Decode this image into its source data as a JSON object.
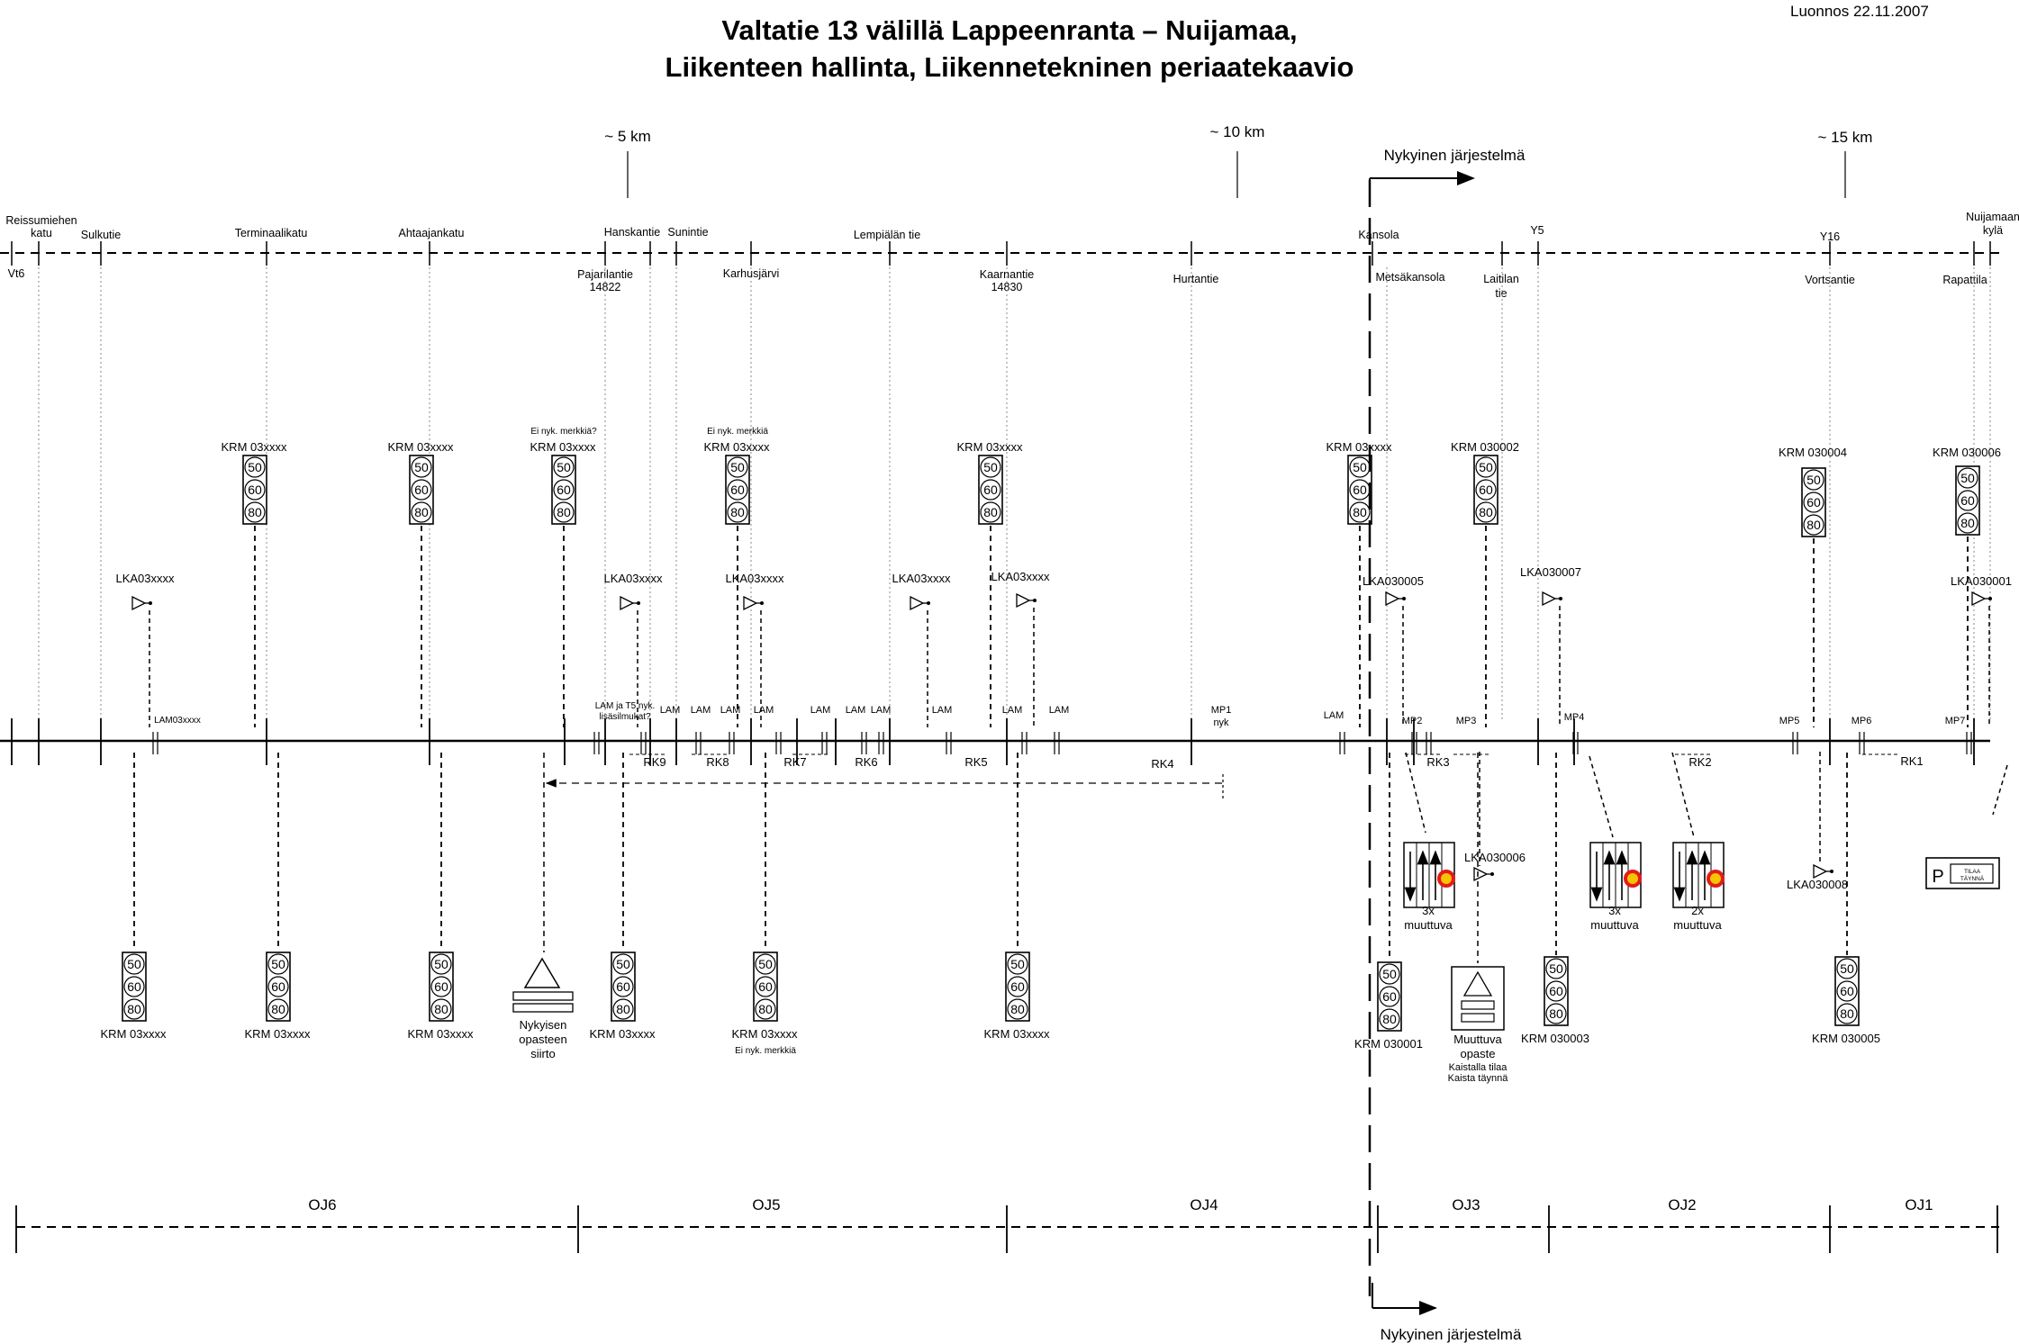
{
  "title": {
    "line1": "Valtatie 13 välillä Lappeenranta – Nuijamaa,",
    "line2": "Liikenteen hallinta, Liikennetekninen periaatekaavio"
  },
  "draft_label": "Luonnos 22.11.2007",
  "distance_markers": [
    {
      "label": "~ 5 km"
    },
    {
      "label": "~ 10 km"
    },
    {
      "label": "~ 15 km"
    }
  ],
  "current_system_label": "Nykyinen järjestelmä",
  "road_labels_top": [
    {
      "text": "Reissumiehen"
    },
    {
      "text": "katu"
    },
    {
      "text": "Sulkutie"
    },
    {
      "text": "Terminaalikatu"
    },
    {
      "text": "Ahtaajankatu"
    },
    {
      "text": "Hanskantie"
    },
    {
      "text": "Sunintie"
    },
    {
      "text": "Lempiälän tie"
    },
    {
      "text": "Kansola"
    },
    {
      "text": "Y5"
    },
    {
      "text": "Y16"
    },
    {
      "text": "Nuijamaan"
    },
    {
      "text": "kylä"
    }
  ],
  "road_labels_bottom": [
    {
      "text": "Vt6"
    },
    {
      "text": "Pajarilantie"
    },
    {
      "text": "14822"
    },
    {
      "text": "Karhusjärvi"
    },
    {
      "text": "Kaarnantie"
    },
    {
      "text": "14830"
    },
    {
      "text": "Hurtantie"
    },
    {
      "text": "Metsäkansola"
    },
    {
      "text": "Laitilan"
    },
    {
      "text": "tie"
    },
    {
      "text": "Vortsantie"
    },
    {
      "text": "Rapattila"
    }
  ],
  "sign_values": [
    "50",
    "60",
    "80"
  ],
  "upper_signs": [
    {
      "label": "KRM 03xxxx"
    },
    {
      "label": "KRM 03xxxx"
    },
    {
      "label": "KRM 03xxxx"
    },
    {
      "label": "KRM 03xxxx"
    },
    {
      "label": "KRM 03xxxx"
    },
    {
      "label": "KRM 03xxxx"
    },
    {
      "label": "KRM 030002"
    },
    {
      "label": "KRM 030004"
    },
    {
      "label": "KRM 030006"
    }
  ],
  "upper_notes": [
    {
      "text": "Ei nyk. merkkiä?"
    },
    {
      "text": "Ei nyk. merkkiä"
    }
  ],
  "lower_signs": [
    {
      "label": "KRM 03xxxx"
    },
    {
      "label": "KRM 03xxxx"
    },
    {
      "label": "KRM 03xxxx"
    },
    {
      "label": "KRM 03xxxx"
    },
    {
      "label": "KRM 03xxxx"
    },
    {
      "label": "KRM 03xxxx"
    },
    {
      "label": "KRM 030001"
    },
    {
      "label": "KRM 030003"
    },
    {
      "label": "KRM 030005"
    }
  ],
  "lower_notes": [
    {
      "text": "Ei nyk. merkkiä"
    }
  ],
  "cameras": [
    {
      "label": "LKA03xxxx"
    },
    {
      "label": "LKA03xxxx"
    },
    {
      "label": "LKA03xxxx"
    },
    {
      "label": "LKA03xxxx"
    },
    {
      "label": "LKA03xxxx"
    },
    {
      "label": "LKA030005"
    },
    {
      "label": "LKA030007"
    },
    {
      "label": "LKA030001"
    },
    {
      "label": "LKA030006"
    },
    {
      "label": "LKA030008"
    }
  ],
  "lam_labels": [
    {
      "text": "LAM03xxxx"
    },
    {
      "text": "LAM ja T5 nyk."
    },
    {
      "text": "lisäsilmukat?"
    },
    {
      "text": "LAM"
    },
    {
      "text": "LAM"
    },
    {
      "text": "LAM"
    },
    {
      "text": "LAM"
    },
    {
      "text": "LAM"
    },
    {
      "text": "LAM"
    },
    {
      "text": "LAM"
    },
    {
      "text": "LAM"
    },
    {
      "text": "LAM"
    },
    {
      "text": "LAM"
    },
    {
      "text": "LAM"
    },
    {
      "text": "MP1"
    },
    {
      "text": "nyk"
    },
    {
      "text": "MP2"
    },
    {
      "text": "MP3"
    },
    {
      "text": "MP4"
    },
    {
      "text": "MP5"
    },
    {
      "text": "MP6"
    },
    {
      "text": "MP7"
    }
  ],
  "sections": [
    {
      "label": "RK9"
    },
    {
      "label": "RK8"
    },
    {
      "label": "RK7"
    },
    {
      "label": "RK6"
    },
    {
      "label": "RK5"
    },
    {
      "label": "RK4"
    },
    {
      "label": "RK3"
    },
    {
      "label": "RK2"
    },
    {
      "label": "RK1"
    }
  ],
  "lane_signs": [
    {
      "label": "3x"
    },
    {
      "label": "muuttuva"
    },
    {
      "label": "3x"
    },
    {
      "label": "muuttuva"
    },
    {
      "label": "2x"
    },
    {
      "label": "muuttuva"
    }
  ],
  "guide_sign_current": {
    "lines": [
      "Nykyisen",
      "opasteen",
      "siirto"
    ]
  },
  "guide_sign_variable": {
    "lines": [
      "Muuttuva",
      "opaste",
      "Kaistalla tilaa",
      "Kaista täynnä"
    ]
  },
  "parking_sign": {
    "letter": "P",
    "text1": "TILAA",
    "text2": "TÄYNNÄ"
  },
  "zones": [
    {
      "label": "OJ6"
    },
    {
      "label": "OJ5"
    },
    {
      "label": "OJ4"
    },
    {
      "label": "OJ3"
    },
    {
      "label": "OJ2"
    },
    {
      "label": "OJ1"
    }
  ],
  "colors": {
    "line": "#000000",
    "signal_red": "#e31b1b",
    "signal_yellow": "#f5c400",
    "leader": "#888888"
  }
}
